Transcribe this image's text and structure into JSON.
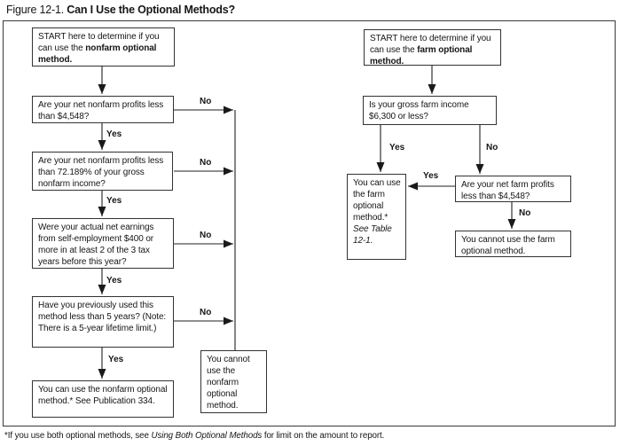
{
  "title": {
    "prefix": "Figure 12-1. ",
    "main": "Can I Use the Optional Methods?"
  },
  "labels": {
    "yes": "Yes",
    "no": "No"
  },
  "nonfarm": {
    "start": {
      "text": "START here to determine if you can use the ",
      "bold": "nonfarm optional method."
    },
    "q_profits": "Are your net nonfarm profits less than $4,548?",
    "q_percent": "Are your net nonfarm profits less than 72.189% of your gross nonfarm income?",
    "q_earnings": "Were your actual net earnings from self-employment $400 or more in at least 2 of the 3 tax years before this year?",
    "q_years": "Have you previously used this method less than 5 years? (Note: There is a 5-year lifetime limit.)",
    "result_yes": "You can use the nonfarm optional method.* See Publication 334.",
    "result_no": "You cannot use the nonfarm optional method."
  },
  "farm": {
    "start": {
      "text": "START here to determine if you can use the ",
      "bold": "farm optional method."
    },
    "q_income": "Is your gross farm income $6,300 or less?",
    "q_profits": "Are your net farm profits less than $4,548?",
    "result_yes": {
      "text": "You can use the farm optional method.* ",
      "italic": "See Table 12-1."
    },
    "result_no": "You cannot use the farm optional method."
  },
  "footnote": {
    "pre": "*If you use both optional methods, see ",
    "italic": "Using Both Optional Methods",
    "post": " for limit on the amount to report."
  }
}
